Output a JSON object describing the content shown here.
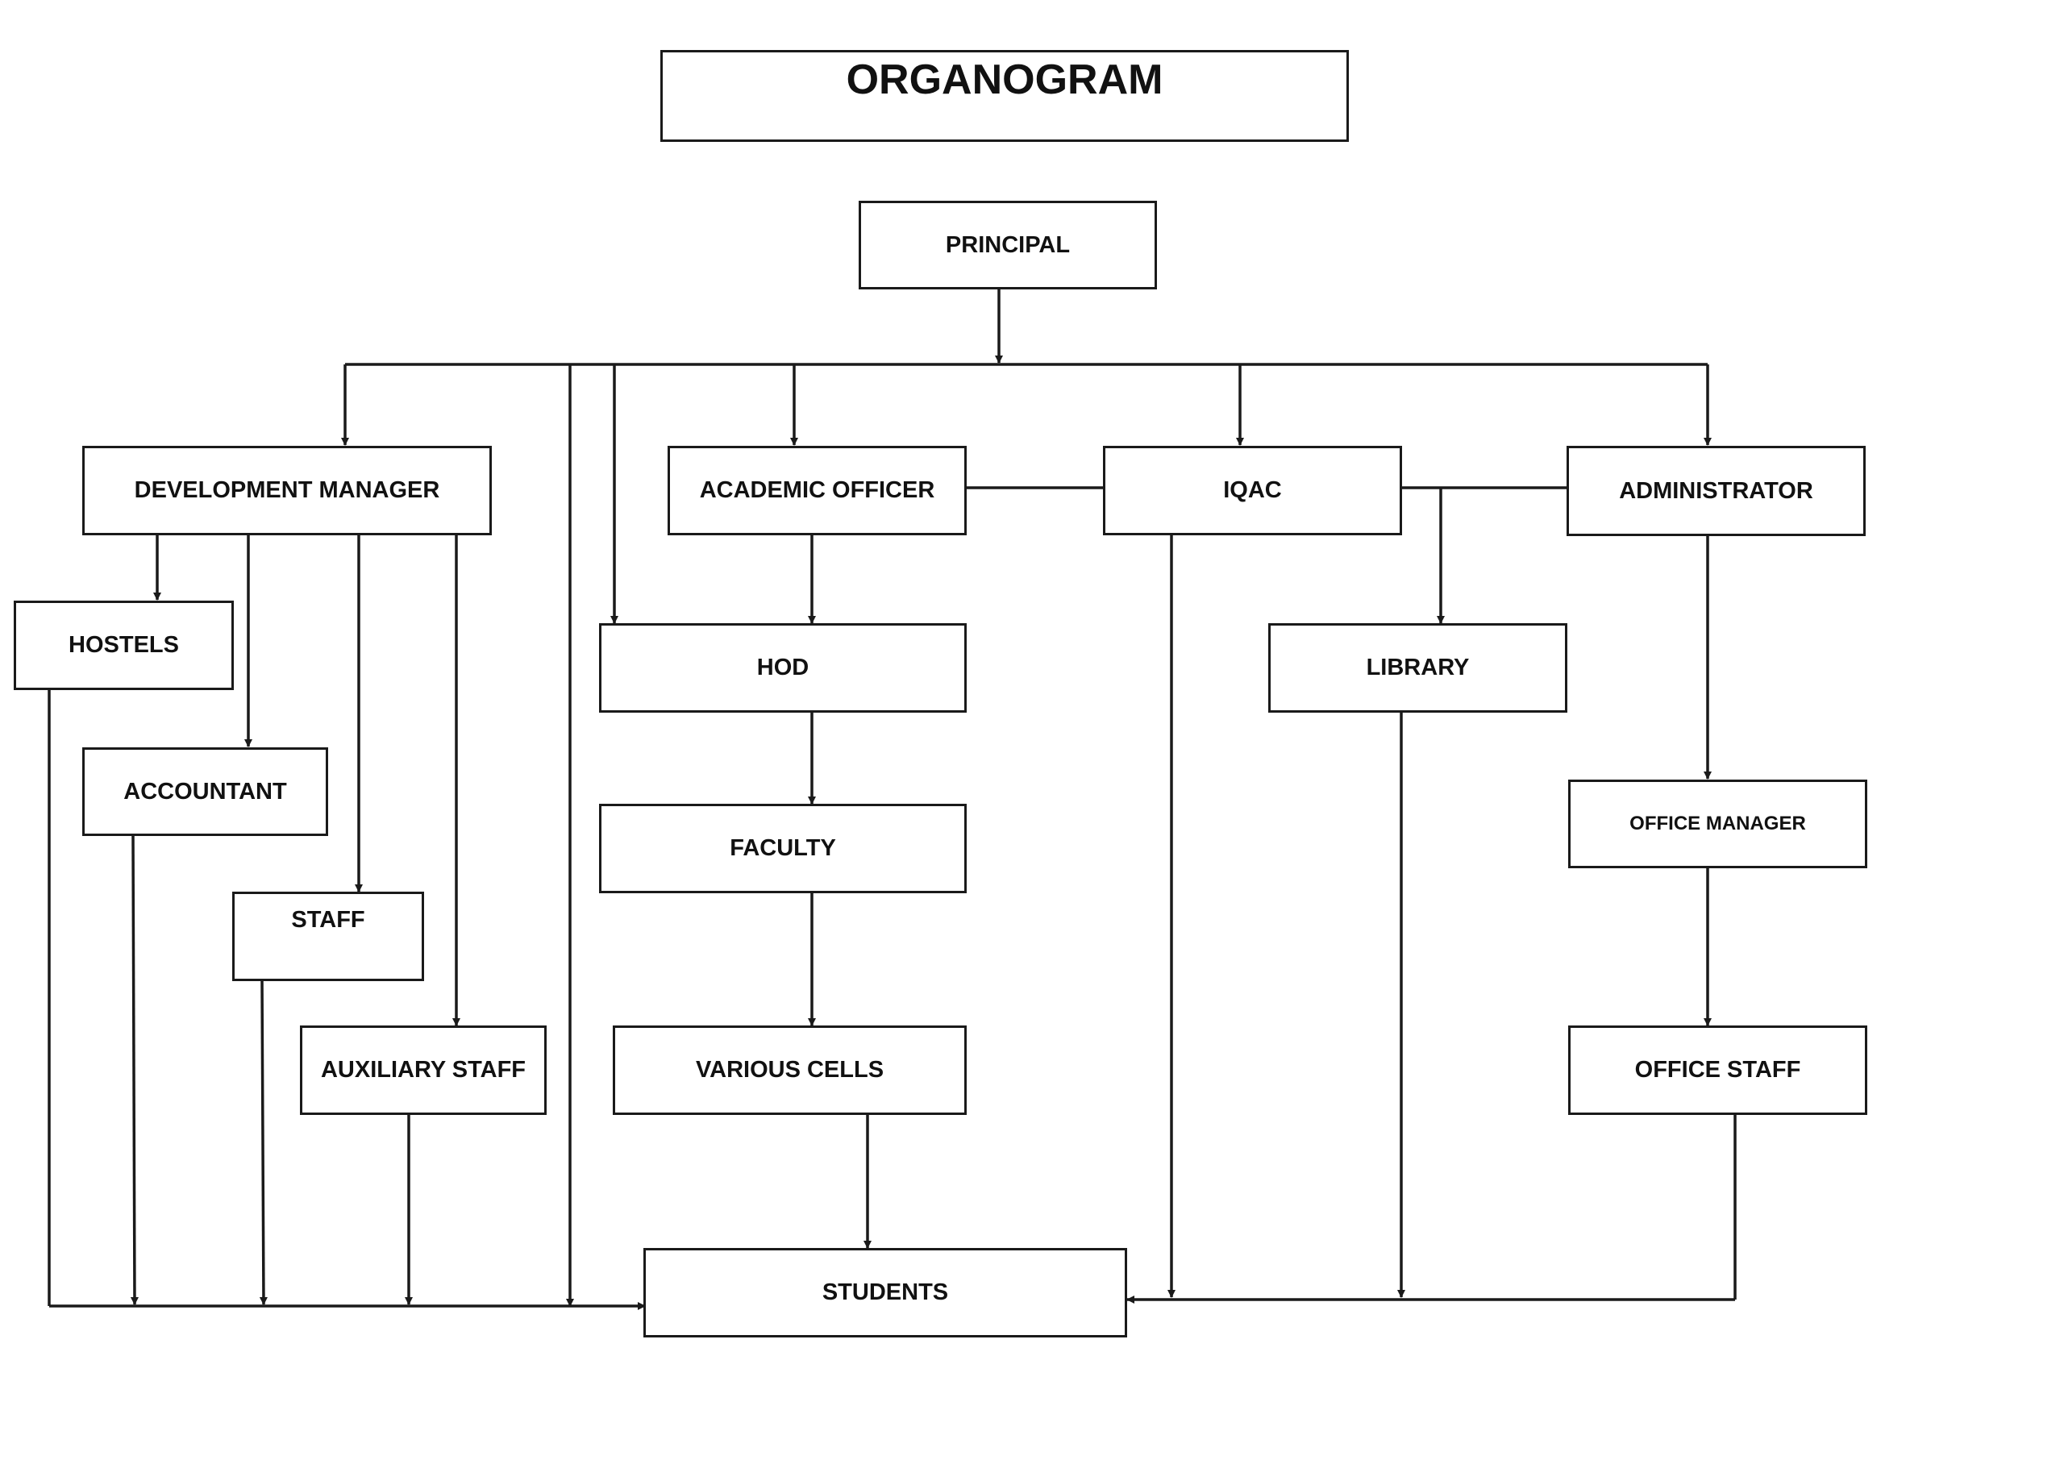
{
  "title": "ORGANOGRAM",
  "nodes": {
    "principal": "PRINCIPAL",
    "development_manager": "DEVELOPMENT MANAGER",
    "academic_officer": "ACADEMIC OFFICER",
    "iqac": "IQAC",
    "administrator": "ADMINISTRATOR",
    "hostels": "HOSTELS",
    "accountant": "ACCOUNTANT",
    "staff": "STAFF",
    "auxiliary_staff": "AUXILIARY STAFF",
    "hod": "HOD",
    "faculty": "FACULTY",
    "various_cells": "VARIOUS CELLS",
    "library": "LIBRARY",
    "office_manager": "OFFICE MANAGER",
    "office_staff": "OFFICE STAFF",
    "students": "STUDENTS"
  },
  "colors": {
    "line": "#1a1a1a",
    "box_border": "#1a1a1a",
    "background": "#ffffff"
  }
}
